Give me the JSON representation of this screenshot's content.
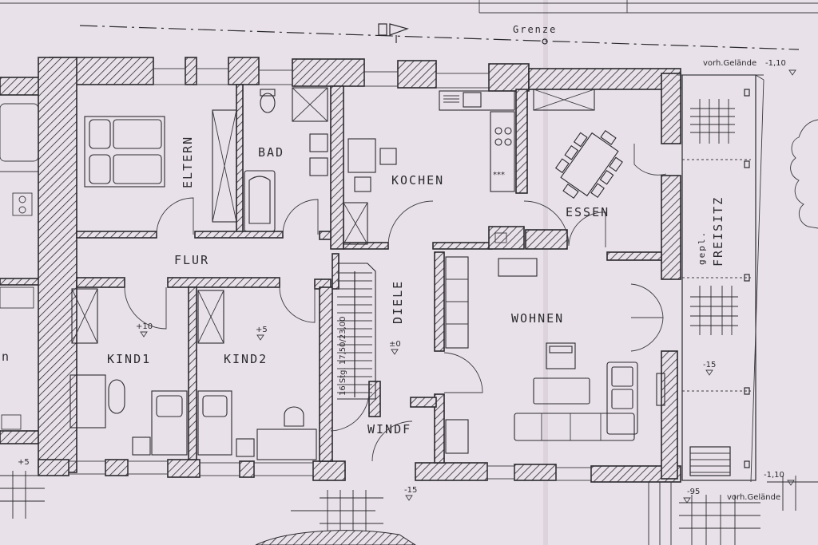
{
  "rooms": {
    "eltern": "ELTERN",
    "bad": "BAD",
    "kochen": "KOCHEN",
    "essen": "ESSEN",
    "flur": "FLUR",
    "diele": "DIELE",
    "kind1": "KIND1",
    "kind2": "KIND2",
    "wohnen": "WOHNEN",
    "windf": "WINDF",
    "freisitz_prefix": "gepl.",
    "freisitz": "FREISITZ"
  },
  "levels": {
    "kind1": "+10",
    "kind2": "+5",
    "diele": "±0",
    "freisitz": "-15",
    "entrance": "-15",
    "terrace_steps": "-95",
    "left_outside": "+5",
    "top_right": "-1,10",
    "bottom_right": "-1,10"
  },
  "annotations": {
    "grenze": "Grenze",
    "vorh_gelaende_top": "vorh.Gelände",
    "vorh_gelaende_bottom": "vorh.Gelände",
    "stair_text": "16 Stg. 17,50/23,00",
    "left_cut_text": "n"
  },
  "colors": {
    "paper": "#e9e1e9",
    "ink": "#2a2a2e"
  }
}
